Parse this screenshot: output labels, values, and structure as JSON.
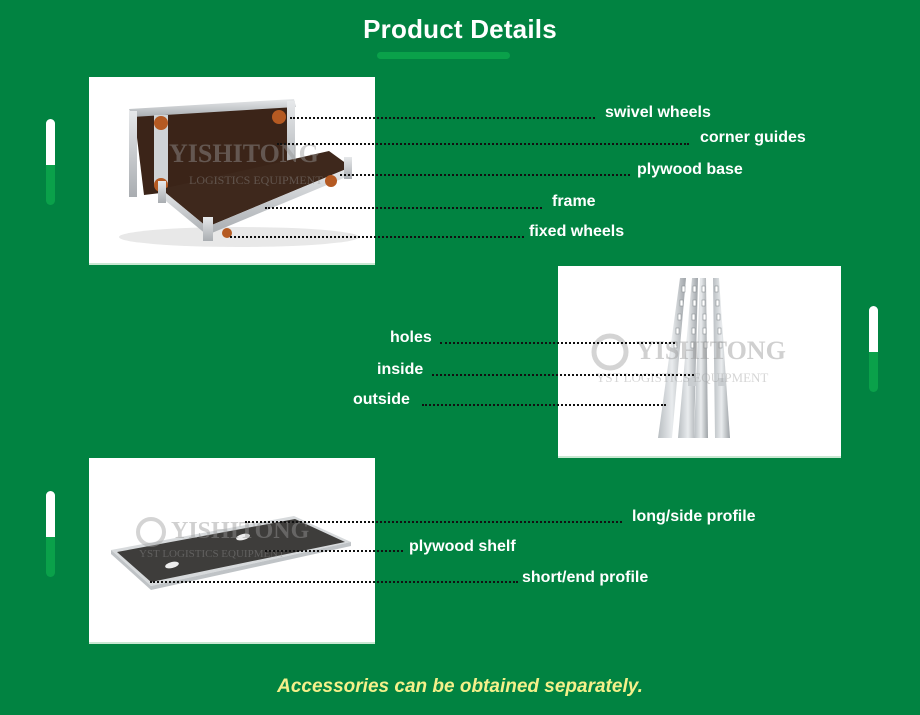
{
  "header": {
    "title": "Product Details"
  },
  "sections": [
    {
      "id": "trolley",
      "image_alt": "Folding trolley with plywood base and wheels",
      "watermark": "YISHITONG",
      "watermark_sub": "LOGISTICS EQUIPMENT",
      "callouts": [
        {
          "label": "swivel wheels"
        },
        {
          "label": "corner guides"
        },
        {
          "label": "plywood base"
        },
        {
          "label": "frame"
        },
        {
          "label": "fixed wheels"
        }
      ]
    },
    {
      "id": "profiles",
      "image_alt": "Galvanized slotted profile rails",
      "watermark": "YISHITONG",
      "watermark_sub": "YST  LOGISTICS EQUIPMENT",
      "callouts": [
        {
          "label": "holes"
        },
        {
          "label": "inside"
        },
        {
          "label": "outside"
        }
      ]
    },
    {
      "id": "shelf",
      "image_alt": "Plywood shelf with aluminum profiles",
      "watermark": "YISHITONG",
      "watermark_sub": "YST  LOGISTICS EQUIPMENT",
      "callouts": [
        {
          "label": "long/side profile"
        },
        {
          "label": "plywood shelf"
        },
        {
          "label": "short/end profile"
        }
      ]
    }
  ],
  "footer": {
    "note": "Accessories can be obtained separately."
  },
  "colors": {
    "background": "#018341",
    "accent_green": "#0aa14a",
    "footer_text": "#f4f08a",
    "label_text": "#ffffff"
  }
}
